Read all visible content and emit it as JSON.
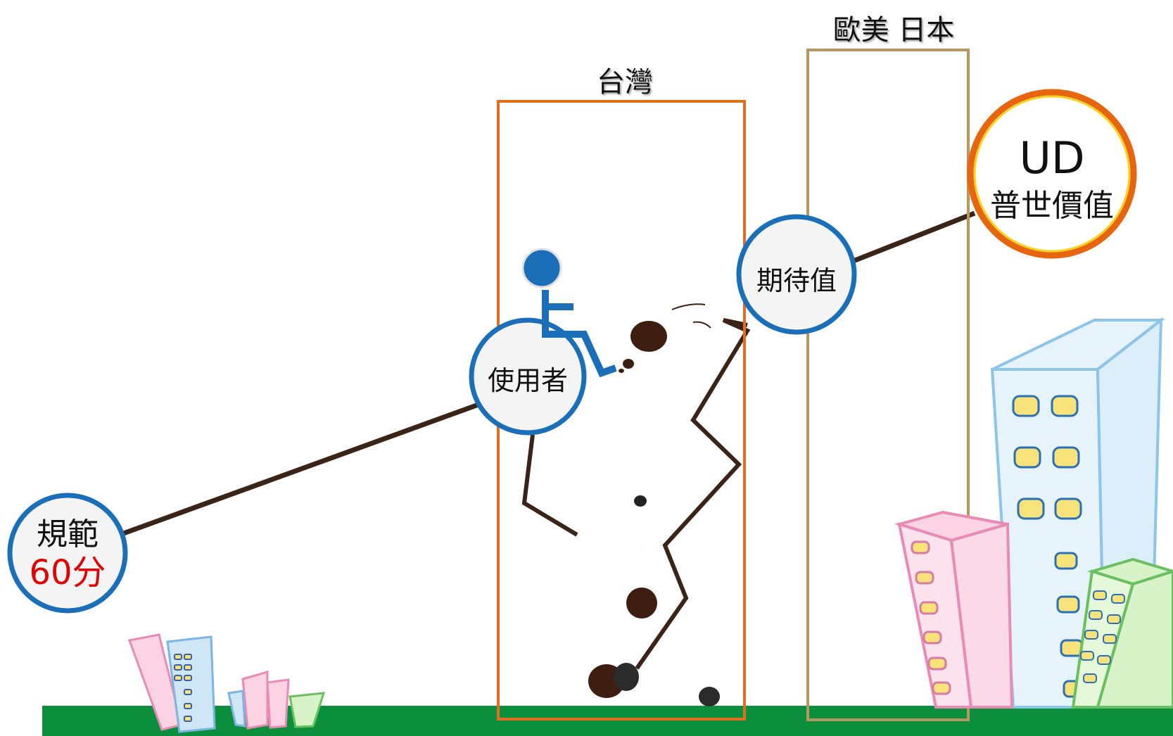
{
  "regions": {
    "taiwan": "台灣",
    "west_japan": "歐美 日本"
  },
  "nodes": {
    "regulation_title": "規範",
    "regulation_score": "60分",
    "user": "使用者",
    "expectation": "期待值",
    "ud_title": "UD",
    "ud_subtitle": "普世價值"
  },
  "colors": {
    "line": "#3a2317",
    "circle_blue": "#1a6fb8",
    "taiwan_box": "#e56b1f",
    "west_box": "#b8965f",
    "ud_ring": "#e8650f",
    "ground": "#0b8f3c",
    "score_red": "#e00000",
    "wheelchair": "#1a6fb8"
  }
}
